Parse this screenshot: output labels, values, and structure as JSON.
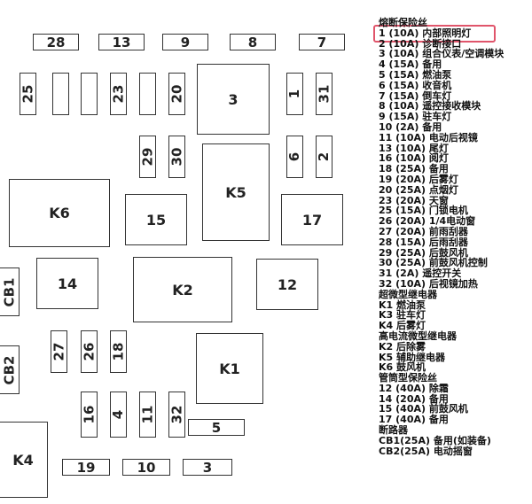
{
  "fuses_top": [
    "28",
    "13",
    "9",
    "8",
    "7"
  ],
  "fuses_upper_vertical": [
    "25",
    "23",
    "20",
    "1",
    "31"
  ],
  "fuses_mid_vertical": [
    "29",
    "30",
    "6",
    "2"
  ],
  "relays": {
    "r3": "3",
    "k5": "K5",
    "k6": "K6",
    "f15": "15",
    "f17": "17",
    "f14": "14",
    "k2": "K2",
    "f12": "12",
    "k1": "K1",
    "k4": "K4",
    "f5": "5"
  },
  "breakers": [
    "CB1",
    "CB2"
  ],
  "fuses_lower_vertical_a": [
    "27",
    "26",
    "18"
  ],
  "fuses_lower_vertical_b": [
    "16",
    "4",
    "11",
    "32"
  ],
  "fuses_bottom": [
    "19",
    "10",
    "3"
  ],
  "legend": {
    "title": "熔断保险丝",
    "fuse_rows": [
      "1  (10A) 内部照明灯",
      "2  (10A) 诊断接口",
      "3  (10A) 组合仪表/空调模块",
      "4  (15A) 备用",
      "5  (15A) 燃油泵",
      "6  (15A) 收音机",
      "7  (15A) 倒车灯",
      "8  (10A) 遥控接收模块",
      "9  (15A) 驻车灯",
      "10 (2A)  备用",
      "11 (10A) 电动后视镜",
      "13 (10A) 尾灯",
      "16 (10A) 阅灯",
      "18 (25A) 备用",
      "19 (20A) 后雾灯",
      "20 (25A) 点烟灯",
      "23 (20A) 天窗",
      "25 (15A) 门锁电机",
      "26 (20A) 1/4电动窗",
      "27 (20A) 前雨刮器",
      "28 (15A) 后雨刮器",
      "29 (25A) 后鼓风机",
      "30 (25A) 前鼓风机控制",
      "31 (2A)  遥控开关",
      "32 (10A) 后视镜加热"
    ],
    "micro_relay_title": "超微型继电器",
    "micro_relays": [
      "K1      燃油泵",
      "K3      驻车灯",
      "K4      后雾灯"
    ],
    "hc_relay_title": "高电流微型继电器",
    "hc_relays": [
      "K2      后除雾",
      "K5      辅助继电器",
      "K6      鼓风机"
    ],
    "cartridge_title": "管筒型保险丝",
    "cartridge_rows": [
      "12 (40A) 除霜",
      "14 (20A) 备用",
      "15 (40A) 前鼓风机",
      "17 (40A) 备用"
    ],
    "breaker_title": "断路器",
    "breaker_rows": [
      "CB1(25A) 备用(如装备)",
      "CB2(25A) 电动摇窗"
    ]
  }
}
